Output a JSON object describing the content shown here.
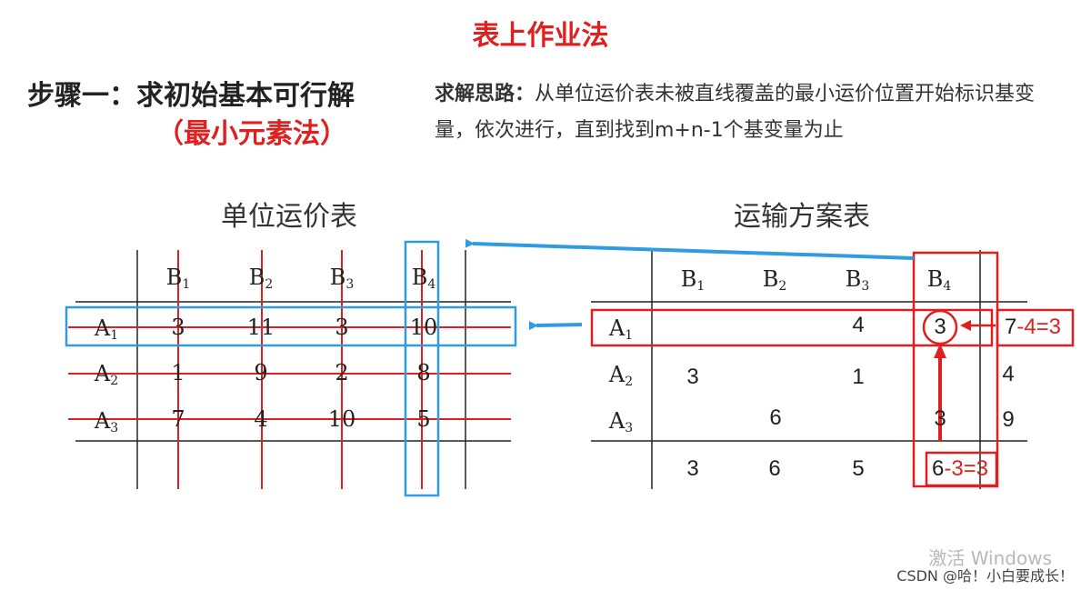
{
  "page": {
    "title": "表上作业法",
    "step_title": "步骤一：求初始基本可行解",
    "method": "（最小元素法）",
    "idea_label": "求解思路：",
    "idea_text": "从单位运价表未被直线覆盖的最小运价位置开始标识基变量，依次进行，直到找到m+n-1个基变量为止"
  },
  "cost_table": {
    "caption": "单位运价表",
    "columns": [
      "B",
      "B",
      "B",
      "B"
    ],
    "column_subs": [
      "1",
      "2",
      "3",
      "4"
    ],
    "row_names": [
      "A",
      "A",
      "A"
    ],
    "row_subs": [
      "1",
      "2",
      "3"
    ],
    "rows": [
      [
        "3",
        "11",
        "3",
        "10"
      ],
      [
        "1",
        "9",
        "2",
        "8"
      ],
      [
        "7",
        "4",
        "10",
        "5"
      ]
    ]
  },
  "plan_table": {
    "caption": "运输方案表",
    "columns": [
      "B",
      "B",
      "B",
      "B"
    ],
    "column_subs": [
      "1",
      "2",
      "3",
      "4"
    ],
    "row_names": [
      "A",
      "A",
      "A"
    ],
    "row_subs": [
      "1",
      "2",
      "3"
    ],
    "rows": [
      [
        "",
        "",
        "4",
        "3"
      ],
      [
        "3",
        "",
        "1",
        ""
      ],
      [
        "",
        "6",
        "",
        "3"
      ]
    ],
    "supply": [
      "7",
      "4",
      "9"
    ],
    "supply_annotation": "-4=3",
    "demand": [
      "3",
      "6",
      "5",
      "6"
    ],
    "demand_annotation": "-3=3"
  },
  "colors": {
    "accent_red": "#e02020",
    "highlight_blue": "#2f9be0",
    "line_dark": "#222222"
  },
  "watermark": {
    "line1": "激活 Windows",
    "line2": "CSDN @哈！小白要成长！"
  }
}
